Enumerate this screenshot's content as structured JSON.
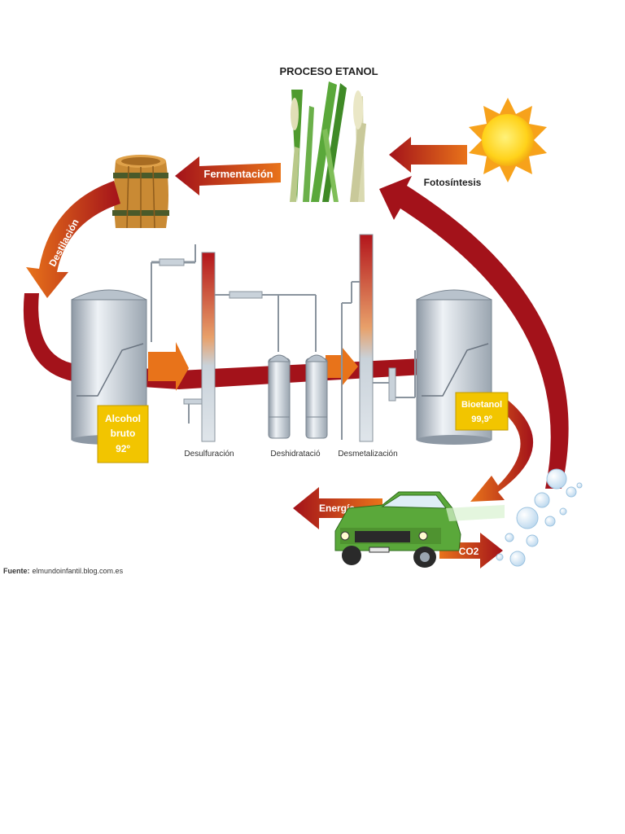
{
  "title": "PROCESO ETANOL",
  "labels": {
    "fermentacion": "Fermentación",
    "destilacion": "Destilación",
    "fotosintesis": "Fotosíntesis",
    "energia": "Energía",
    "co2": "CO2",
    "desulfuracion": "Desulfuración",
    "deshidratacion": "Deshidratació",
    "desmetalizacion": "Desmetalización"
  },
  "boxes": {
    "alcohol_line1": "Alcohol",
    "alcohol_line2": "bruto",
    "alcohol_line3": "92º",
    "bioetanol_line1": "Bioetanol",
    "bioetanol_line2": "99,9º"
  },
  "source": {
    "prefix": "Fuente:",
    "text": "elmundoinfantil.blog.com.es"
  },
  "colors": {
    "arrow_red": "#b3151b",
    "arrow_orange": "#e8731a",
    "sun": "#f7a21b",
    "box_yellow": "#f2c500",
    "car_green": "#5aa83a",
    "tank_grey": "#c8d0d8"
  }
}
